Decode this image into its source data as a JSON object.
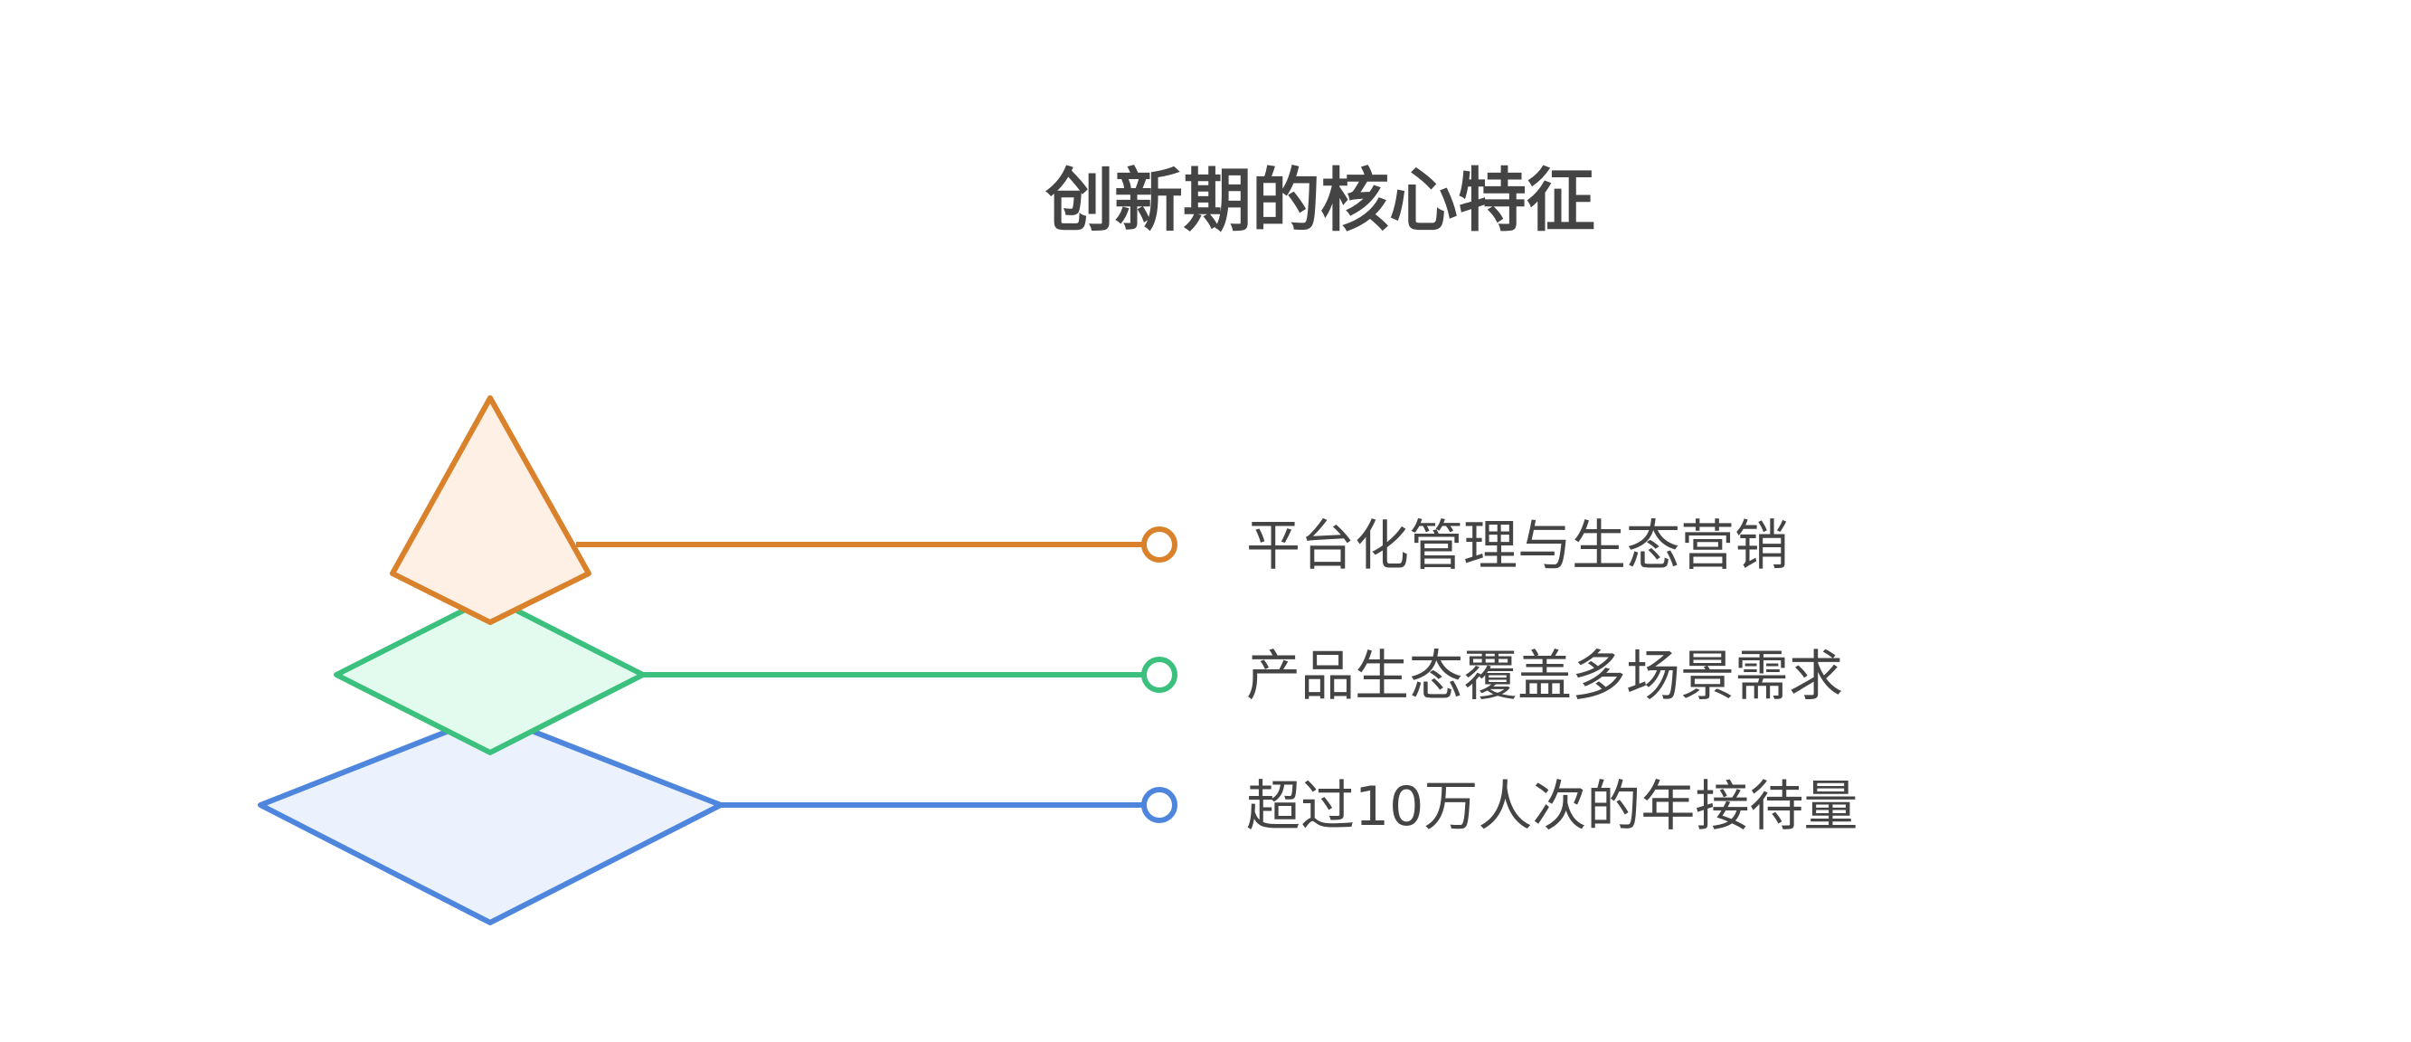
{
  "title": "创新期的核心特征",
  "layers": [
    {
      "key": "top",
      "label": "平台化管理与生态营销",
      "stroke": "#D9822B",
      "fill": "#FEF0E4"
    },
    {
      "key": "middle",
      "label": "产品生态覆盖多场景需求",
      "stroke": "#3CC07E",
      "fill": "#E3FBEF"
    },
    {
      "key": "bottom",
      "label": "超过10万人次的年接待量",
      "stroke": "#4E86DE",
      "fill": "#EBF2FD"
    }
  ]
}
